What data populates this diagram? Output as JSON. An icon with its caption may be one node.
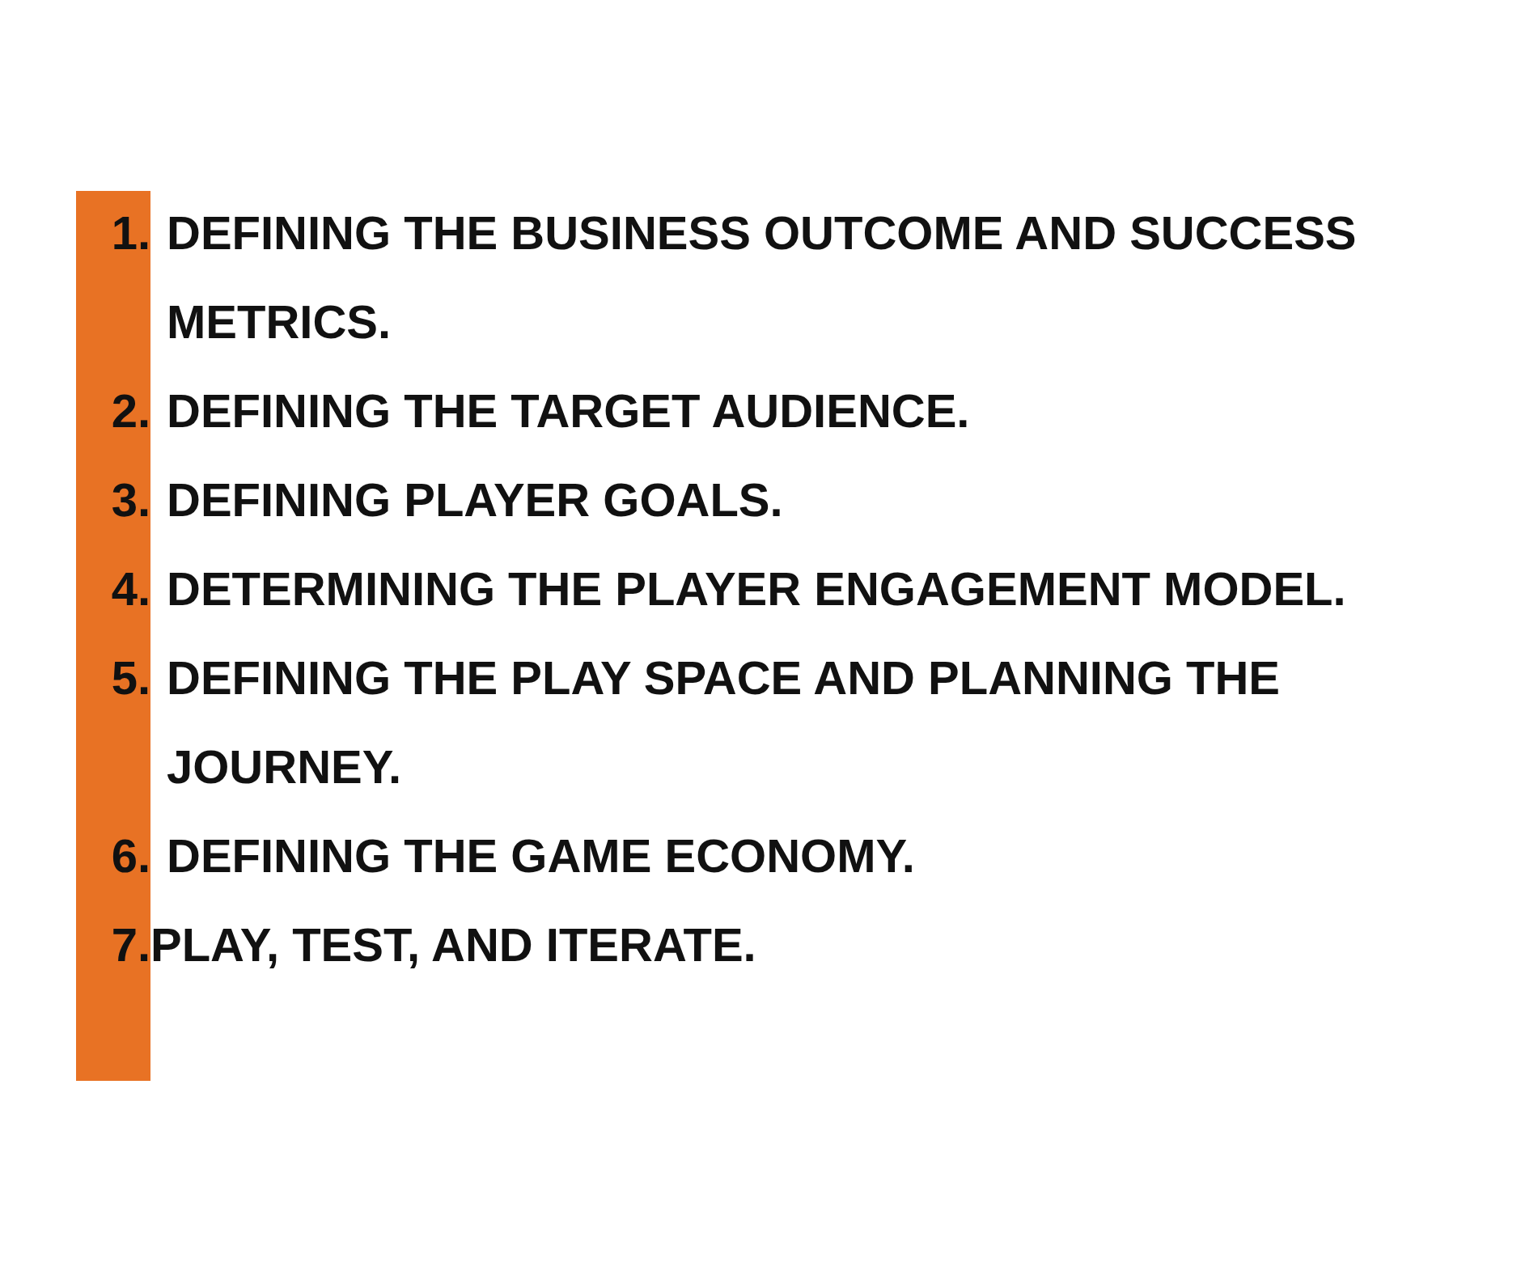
{
  "diagram": {
    "labels": [
      "1.",
      "DEFINING THE BUSINESS OUTCOME AND SUCCESS METRICS.",
      "2.",
      "DEFINING THE TARGET AUDIENCE.",
      "3.",
      "DEFINING PLAYER GOALS.",
      "4.",
      "DETERMINING THE PLAYER ENGAGEMENT MODEL.",
      "5.",
      "DEFINING THE PLAY SPACE AND PLANNING THE JOURNEY.",
      "6.",
      "DEFINING THE GAME ECONOMY.",
      "7.",
      "PLAY, TEST, AND ITERATE."
    ]
  }
}
